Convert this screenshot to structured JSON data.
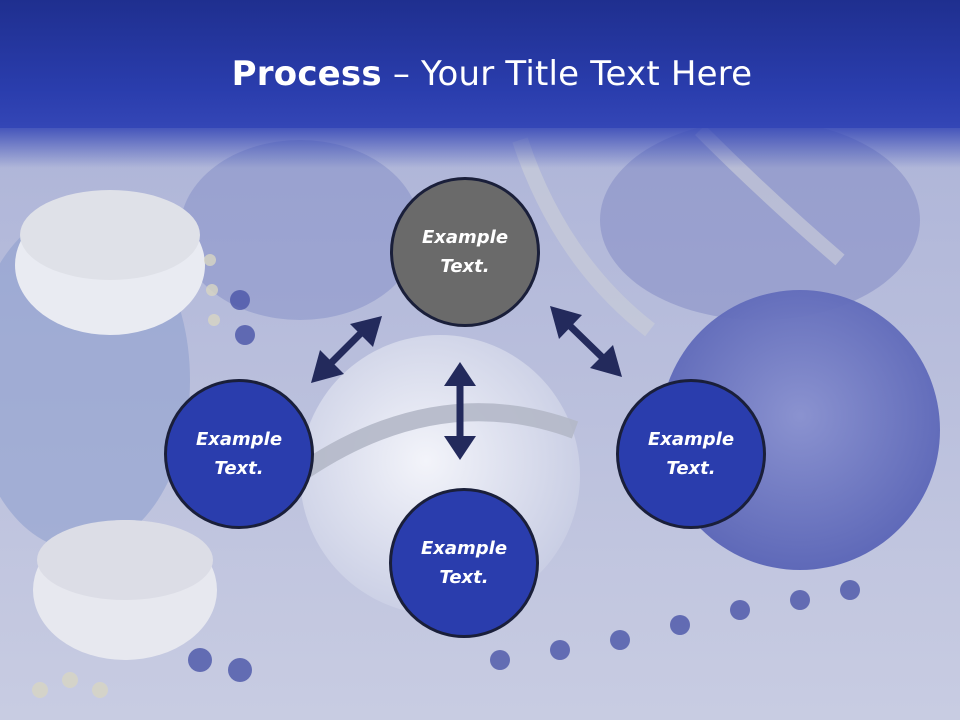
{
  "title": {
    "bold": "Process",
    "separator": " – ",
    "rest": "Your Title Text Here"
  },
  "nodes": {
    "top": "Example\nText.",
    "left": "Example\nText.",
    "bottom": "Example\nText.",
    "right": "Example\nText."
  },
  "colors": {
    "header": "#2a3dad",
    "node_top": "#6a6a6a",
    "node_other": "#2a3dad",
    "arrow": "#232a5c"
  }
}
